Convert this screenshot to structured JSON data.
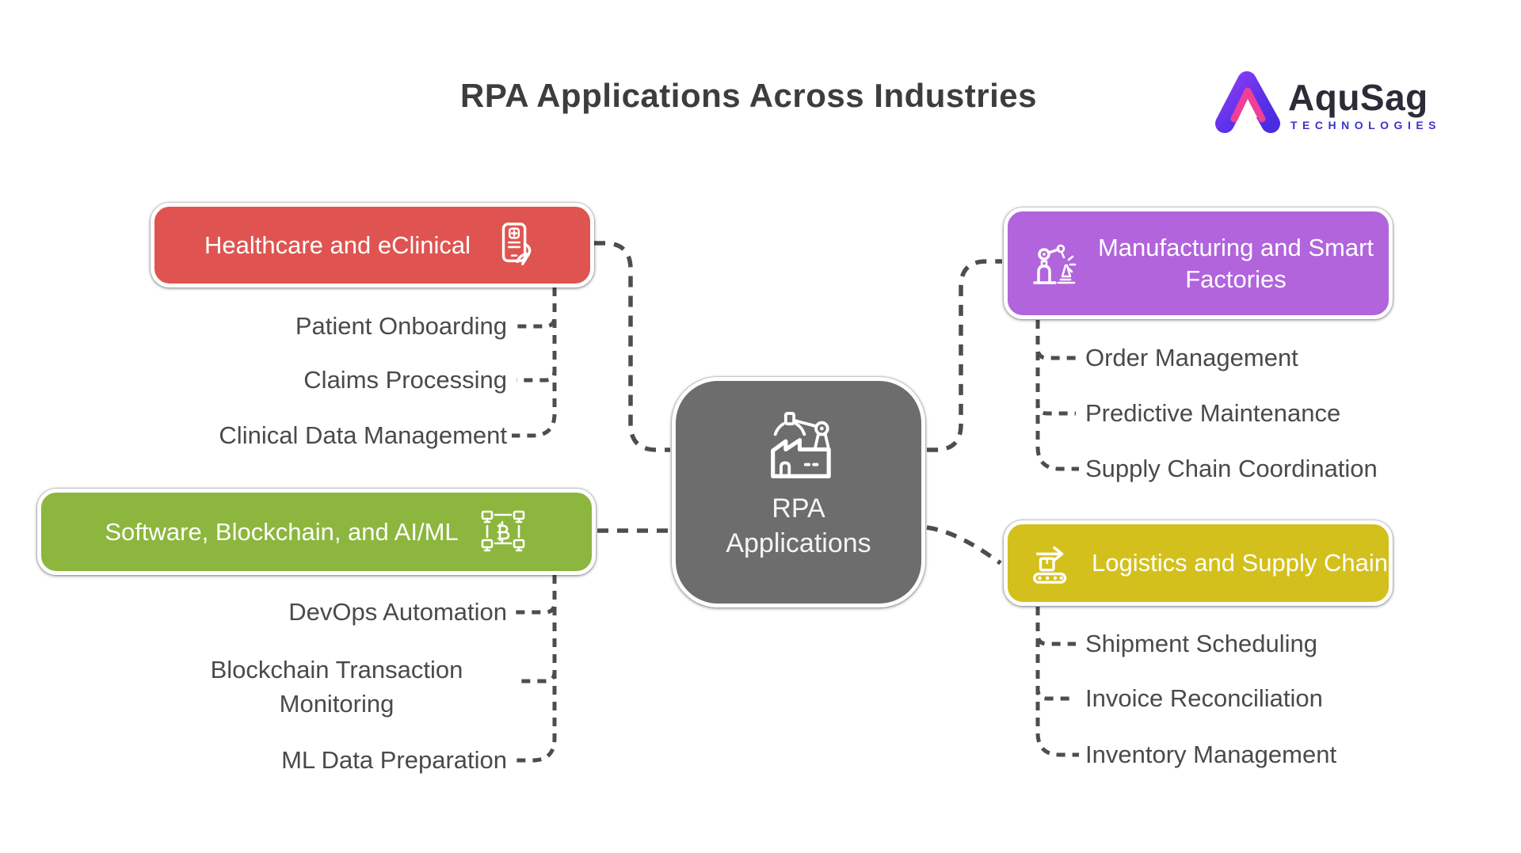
{
  "title": "RPA Applications Across Industries",
  "logo": {
    "name": "AquSag",
    "tagline": "TECHNOLOGIES",
    "icon": "aqusag-logo-icon",
    "wordmark_color": "#2c2c38",
    "tagline_color": "#3d33cb",
    "icon_gradient": [
      "#8d3bf5",
      "#4a2ce0",
      "#ef3f97"
    ]
  },
  "center": {
    "label_line1": "RPA",
    "label_line2": "Applications",
    "icon": "factory-robot-icon",
    "color": "#6d6d6d"
  },
  "branches": [
    {
      "id": "healthcare",
      "title": "Healthcare and eClinical",
      "color": "#df5450",
      "icon": "tablet-medical-icon",
      "items": [
        "Patient Onboarding",
        "Claims Processing",
        "Clinical Data Management"
      ]
    },
    {
      "id": "software",
      "title": "Software, Blockchain, and AI/ML",
      "color": "#8cb63d",
      "icon": "blockchain-icon",
      "items": [
        "DevOps Automation",
        "Blockchain Transaction Monitoring",
        "ML Data Preparation"
      ]
    },
    {
      "id": "manufacturing",
      "title": "Manufacturing and Smart Factories",
      "color": "#b164dc",
      "icon": "robot-arm-icon",
      "items": [
        "Order Management",
        "Predictive Maintenance",
        "Supply Chain Coordination"
      ]
    },
    {
      "id": "logistics",
      "title": "Logistics and Supply Chain",
      "color": "#d3c01d",
      "icon": "conveyor-belt-icon",
      "items": [
        "Shipment Scheduling",
        "Invoice Reconciliation",
        "Inventory Management"
      ]
    }
  ],
  "connector_color": "#4d4d4d",
  "text_color": "#4a4a4a",
  "title_color": "#3d3d3d"
}
